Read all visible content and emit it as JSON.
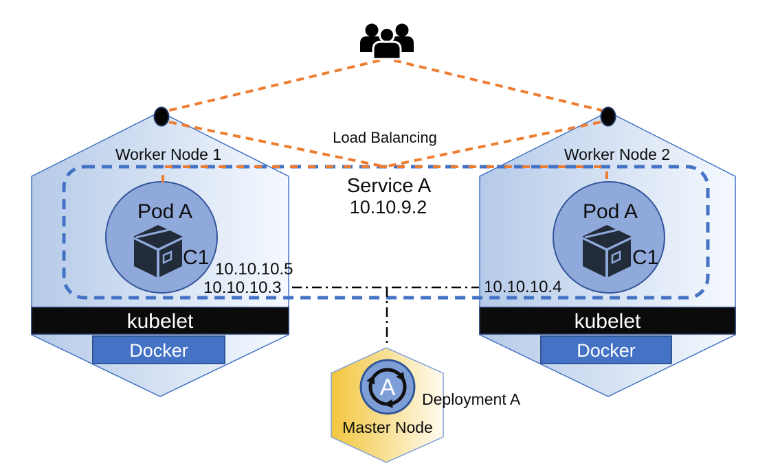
{
  "service": {
    "load_balancing": "Load Balancing",
    "name": "Service A",
    "ip": "10.10.9.2"
  },
  "workers": [
    {
      "label": "Worker Node 1",
      "pod_label": "Pod A",
      "container_label": "C1",
      "kubelet_label": "kubelet",
      "docker_label": "Docker"
    },
    {
      "label": "Worker Node 2",
      "pod_label": "Pod A",
      "container_label": "C1",
      "kubelet_label": "kubelet",
      "docker_label": "Docker"
    }
  ],
  "ips": {
    "worker1_a": "10.10.10.5",
    "worker1_b": "10.10.10.3",
    "worker2": "10.10.10.4"
  },
  "master": {
    "label": "Master Node",
    "deployment": "Deployment A",
    "letter": "A"
  },
  "icons": {
    "users": "users-group-icon",
    "container": "box-icon",
    "deployment_cycle": "sync-arrows-icon",
    "endpoint": "endpoint-dot-icon"
  },
  "colors": {
    "orange": "#ED7D31",
    "blue": "#4472C4",
    "dark_blue": "#2F5496",
    "pod_fill": "#8FA9DB",
    "node_fill_left": "#B5CAE8",
    "node_fill_right": "#F5F9FE",
    "master_fill_left": "#F2C63E",
    "master_fill_right": "#FEFBF0",
    "container_icon": "#222B38",
    "kubelet_bar": "#0B0B0B"
  }
}
